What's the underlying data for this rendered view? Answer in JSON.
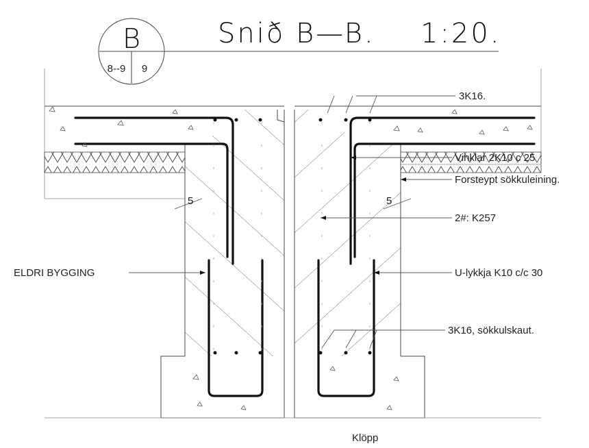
{
  "title": {
    "section_letter": "B",
    "ref_left": "8--9",
    "ref_right": "9",
    "heading": "Snið B—B.",
    "scale": "1:20."
  },
  "labels": {
    "rebar_top": "3K16.",
    "angles": "Vinklar 2K10 c 25",
    "formwork": "Forsteypt sökkuleining.",
    "mesh": "2#: K257",
    "u_loop": "U-lykkja K10 c/c 30",
    "rebar_bottom": "3K16, sökkulskaut.",
    "existing": "ELDRI BYGGING",
    "joint": "Klöpp",
    "cover_left": "5",
    "cover_right": "5"
  }
}
